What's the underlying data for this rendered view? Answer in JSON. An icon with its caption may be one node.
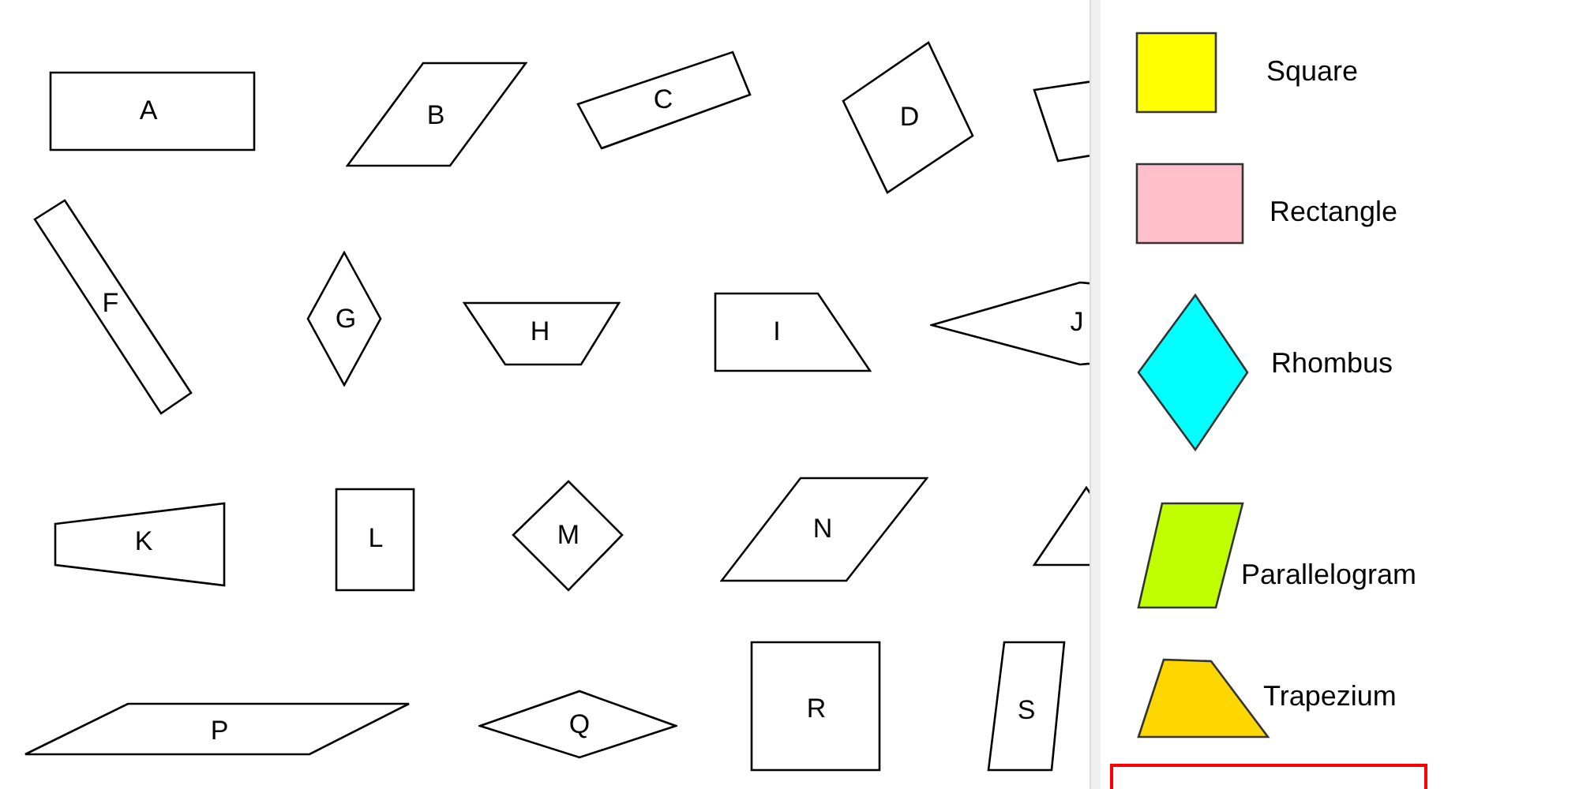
{
  "diagram": {
    "nodes": [
      {
        "text": [
          "A"
        ]
      },
      {
        "text": [
          "B"
        ]
      },
      {
        "text": [
          "C"
        ]
      },
      {
        "text": [
          "D"
        ]
      },
      {
        "text": [],
        "shape": "box"
      },
      {
        "text": [
          "F"
        ]
      },
      {
        "text": [
          "G"
        ]
      },
      {
        "text": [
          "H"
        ]
      },
      {
        "text": [
          "I"
        ]
      },
      {
        "text": [
          "J"
        ]
      },
      {
        "text": [
          "K"
        ]
      },
      {
        "text": [
          "L"
        ]
      },
      {
        "text": [
          "M"
        ]
      },
      {
        "text": [
          "N"
        ]
      },
      {
        "text": [],
        "shape": "triangle"
      },
      {
        "text": [
          "P"
        ]
      },
      {
        "text": [
          "Q"
        ]
      },
      {
        "text": [
          "R"
        ]
      },
      {
        "text": [
          "S"
        ]
      },
      {
        "text": [],
        "shape": "box"
      }
    ],
    "legend": [
      {
        "text": "Square",
        "color": "#ffff00"
      },
      {
        "text": "Rectangle",
        "color": "#ffc0cb"
      },
      {
        "text": "Rhombus",
        "color": "#00ffff"
      },
      {
        "text": "Parallelogram",
        "color": "#bfff00"
      },
      {
        "text": "Trapezium",
        "color": "#ffd700"
      }
    ]
  }
}
